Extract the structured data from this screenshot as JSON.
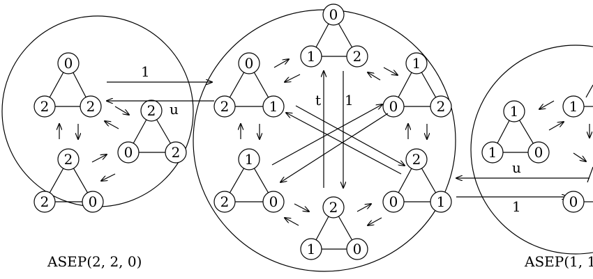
{
  "captions": {
    "left": "ASEP(2, 2, 0)",
    "right": "ASEP(1, 1"
  },
  "rate_labels": {
    "one": "1",
    "u": "u",
    "t": "t"
  },
  "left_cluster": {
    "top_triangle": [
      "0",
      "2",
      "2"
    ],
    "bottom_triangle": [
      "2",
      "2",
      "0"
    ],
    "side_triangle": [
      "2",
      "0",
      "2"
    ]
  },
  "middle_cluster": {
    "top": [
      "0",
      "1",
      "2"
    ],
    "upper_left": [
      "0",
      "2",
      "1"
    ],
    "upper_right": [
      "1",
      "0",
      "2"
    ],
    "lower_left": [
      "1",
      "2",
      "0"
    ],
    "lower_right": [
      "2",
      "0",
      "1"
    ],
    "bottom": [
      "2",
      "1",
      "0"
    ]
  },
  "right_cluster": {
    "left_triangle": [
      "1",
      "1",
      "0"
    ],
    "partial_top_node": "1",
    "partial_bottom_node": "0"
  }
}
